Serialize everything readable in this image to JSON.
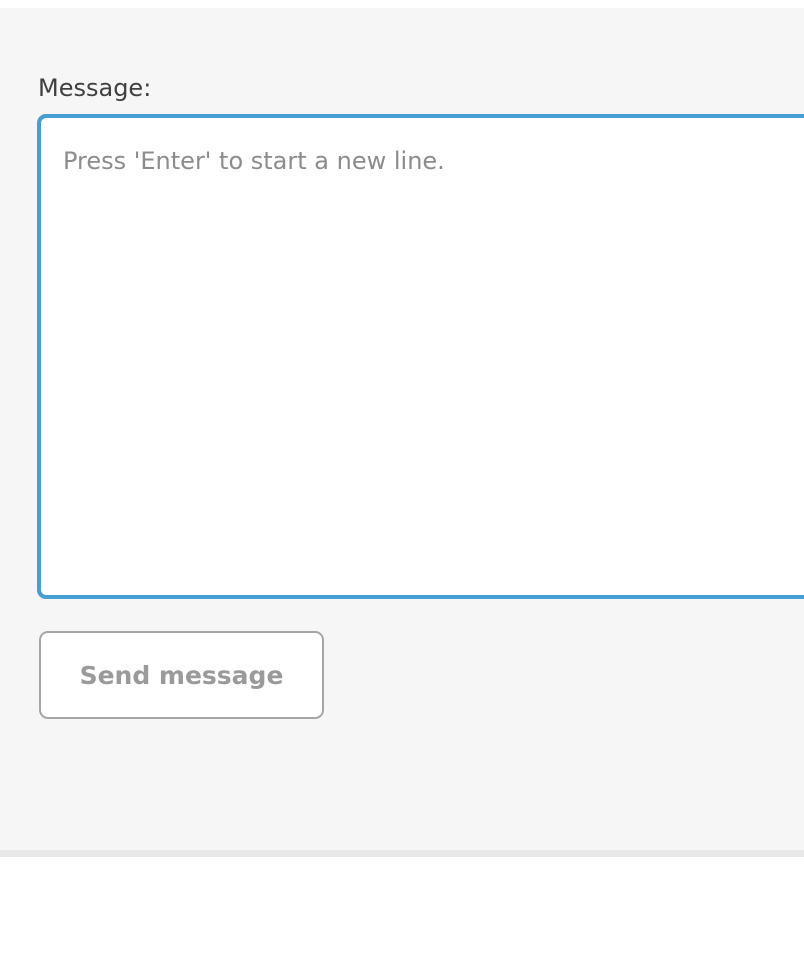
{
  "form": {
    "label": "Message:",
    "textarea": {
      "value": "",
      "placeholder": "Press 'Enter' to start a new line."
    },
    "button": {
      "label": "Send message"
    }
  },
  "colors": {
    "panel_background": "#f6f6f6",
    "panel_divider": "#e8e8e8",
    "textarea_focus_border": "#459fd6",
    "button_border": "#a6a6a6",
    "button_text": "#9a9a9a",
    "label_text": "#404040",
    "placeholder_text": "#8c8c8c"
  }
}
